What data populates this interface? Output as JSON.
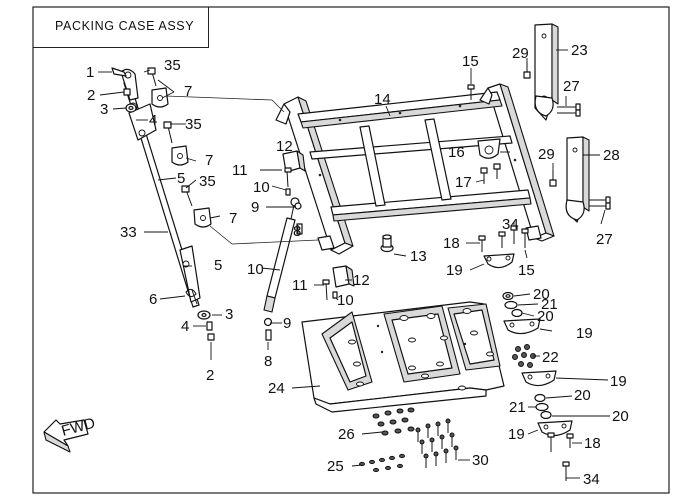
{
  "title": "PACKING CASE ASSY",
  "direction_badge": "FWD",
  "callouts": {
    "c1": "1",
    "c2a": "2",
    "c2b": "2",
    "c3a": "3",
    "c3b": "3",
    "c4a": "4",
    "c4b": "4",
    "c5a": "5",
    "c5b": "5",
    "c6": "6",
    "c7a": "7",
    "c7b": "7",
    "c7c": "7",
    "c8a": "8",
    "c8b": "8",
    "c9a": "9",
    "c9b": "9",
    "c10a": "10",
    "c10b": "10",
    "c10c": "10",
    "c11a": "11",
    "c11b": "11",
    "c12a": "12",
    "c12b": "12",
    "c13": "13",
    "c14": "14",
    "c15a": "15",
    "c15b": "15",
    "c16": "16",
    "c17": "17",
    "c18a": "18",
    "c18b": "18",
    "c19a": "19",
    "c19b": "19",
    "c19c": "19",
    "c19d": "19",
    "c20a": "20",
    "c20b": "20",
    "c20c": "20",
    "c20d": "20",
    "c21a": "21",
    "c21b": "21",
    "c22": "22",
    "c23": "23",
    "c24": "24",
    "c25": "25",
    "c26": "26",
    "c27a": "27",
    "c27b": "27",
    "c28": "28",
    "c29a": "29",
    "c29b": "29",
    "c30": "30",
    "c33": "33",
    "c34a": "34",
    "c34b": "34",
    "c35a": "35",
    "c35b": "35",
    "c35c": "35"
  }
}
